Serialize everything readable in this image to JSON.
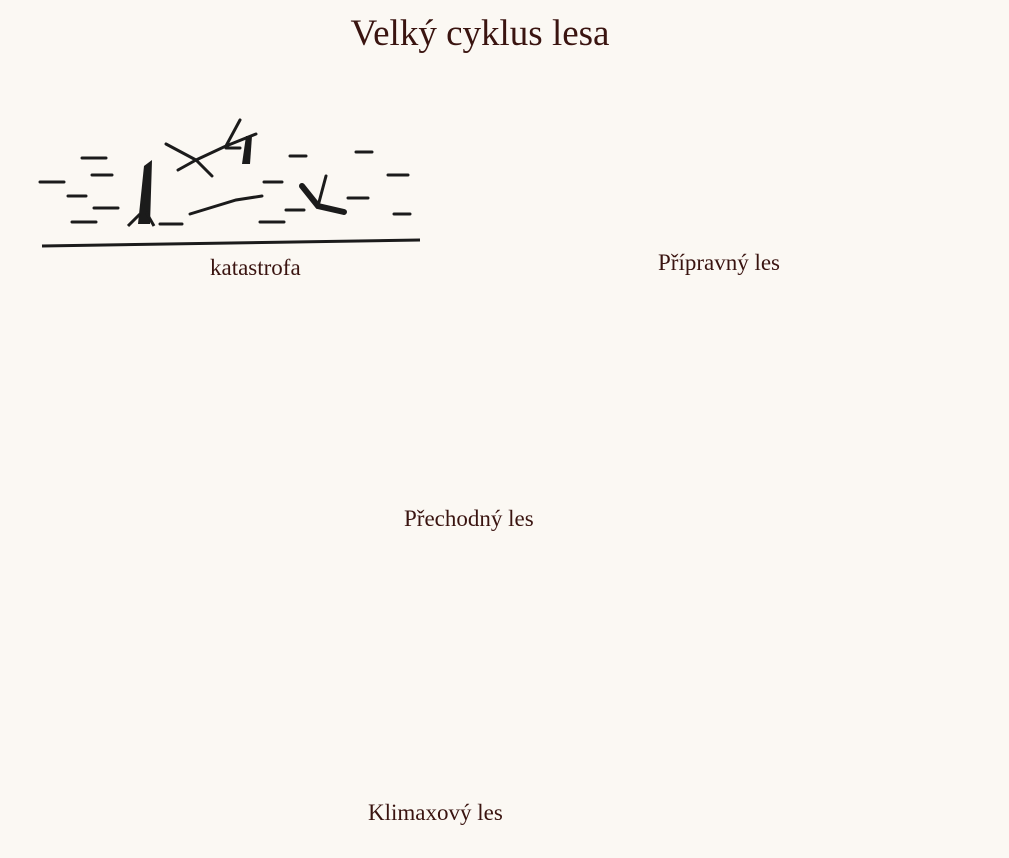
{
  "title": "Velký cyklus lesa",
  "stages": [
    {
      "label": "katastrofa"
    },
    {
      "label": "Přípravný les"
    },
    {
      "label": "Přechodný les"
    },
    {
      "label": "Klimaxový les"
    }
  ],
  "colors": {
    "background": "#fbf8f3",
    "text": "#3a1410",
    "ink": "#1b1b1b",
    "spruce": "#2a2a2a",
    "pioneer_red": "#f0234b",
    "pioneer_pink": "#fb5a7e"
  },
  "icons": [
    "arrow-icon",
    "broadleaf-tree-icon",
    "spruce-tree-icon",
    "fallen-log-icon",
    "snag-icon"
  ]
}
